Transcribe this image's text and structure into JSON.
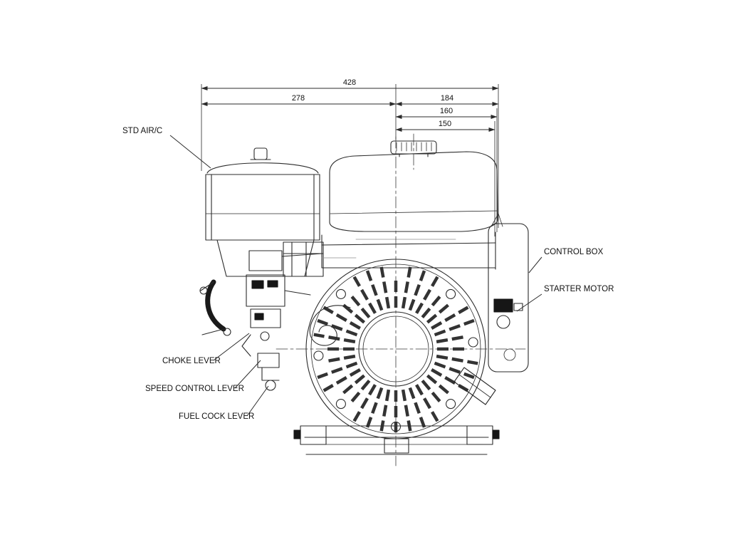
{
  "diagram": {
    "dims": [
      {
        "label": "428"
      },
      {
        "label": "278"
      },
      {
        "label": "184"
      },
      {
        "label": "160"
      },
      {
        "label": "150"
      }
    ],
    "callouts": [
      {
        "label": "STD AIR/C"
      },
      {
        "label": "CONTROL BOX"
      },
      {
        "label": "STARTER MOTOR"
      },
      {
        "label": "CHOKE LEVER"
      },
      {
        "label": "SPEED CONTROL LEVER"
      },
      {
        "label": "FUEL COCK LEVER"
      }
    ],
    "colors": {
      "line": "#2b2b2b",
      "background": "#ffffff"
    }
  }
}
